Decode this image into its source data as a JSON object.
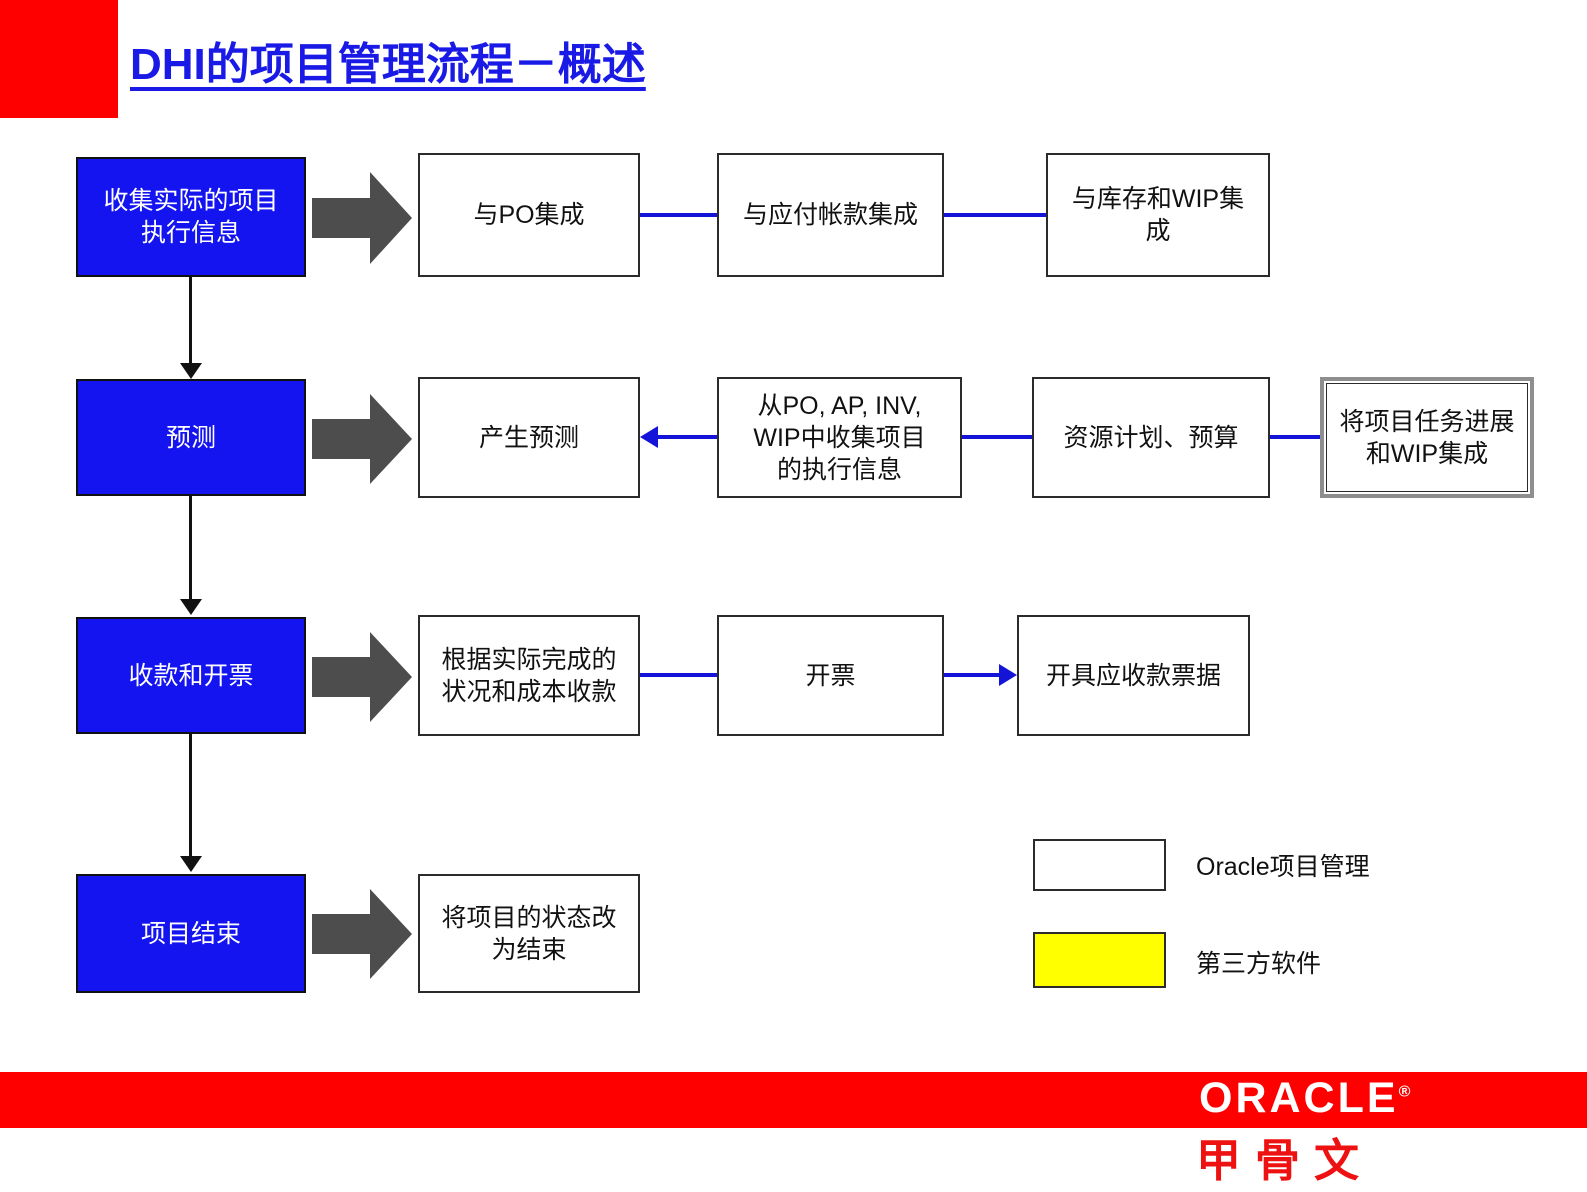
{
  "header": {
    "title": "DHI的项目管理流程－概述",
    "accent_block_color": "#ff0000",
    "title_color": "#1a1ae6"
  },
  "colors": {
    "stage_fill": "#1414f0",
    "stage_text": "#ffffff",
    "task_fill": "#ffffff",
    "task_border": "#2b2b2b",
    "connector_blue": "#1414d8",
    "connector_black": "#111111",
    "block_arrow_gray": "#4d4d4d",
    "third_party_yellow": "#ffff00",
    "brand_red": "#ff0000"
  },
  "rows": [
    {
      "stage": "收集实际的项目\n执行信息",
      "stage_label": "收集实际的项目执行信息",
      "tasks": [
        {
          "label": "与PO集成",
          "kind": "oracle"
        },
        {
          "label": "与应付帐款集成",
          "kind": "oracle"
        },
        {
          "label": "与库存和WIP集\n成",
          "kind": "oracle"
        }
      ]
    },
    {
      "stage": "预测",
      "stage_label": "预测",
      "tasks": [
        {
          "label": "产生预测",
          "kind": "oracle"
        },
        {
          "label": "从PO, AP, INV,\nWIP中收集项目\n的执行信息",
          "kind": "oracle"
        },
        {
          "label": "资源计划、预算",
          "kind": "oracle"
        },
        {
          "label": "将项目任务进展\n和WIP集成",
          "kind": "third-party"
        }
      ]
    },
    {
      "stage": "收款和开票",
      "stage_label": "收款和开票",
      "tasks": [
        {
          "label": "根据实际完成的\n状况和成本收款",
          "kind": "oracle"
        },
        {
          "label": "开票",
          "kind": "oracle"
        },
        {
          "label": "开具应收款票据",
          "kind": "oracle"
        }
      ]
    },
    {
      "stage": "项目结束",
      "stage_label": "项目结束",
      "tasks": [
        {
          "label": "将项目的状态改\n为结束",
          "kind": "oracle"
        }
      ]
    }
  ],
  "legend": {
    "items": [
      {
        "swatch": "white",
        "label": "Oracle项目管理"
      },
      {
        "swatch": "yellow",
        "label": "第三方软件"
      }
    ]
  },
  "footer": {
    "brand": "ORACLE",
    "brand_mark": "®",
    "brand_cn": "甲骨文"
  }
}
